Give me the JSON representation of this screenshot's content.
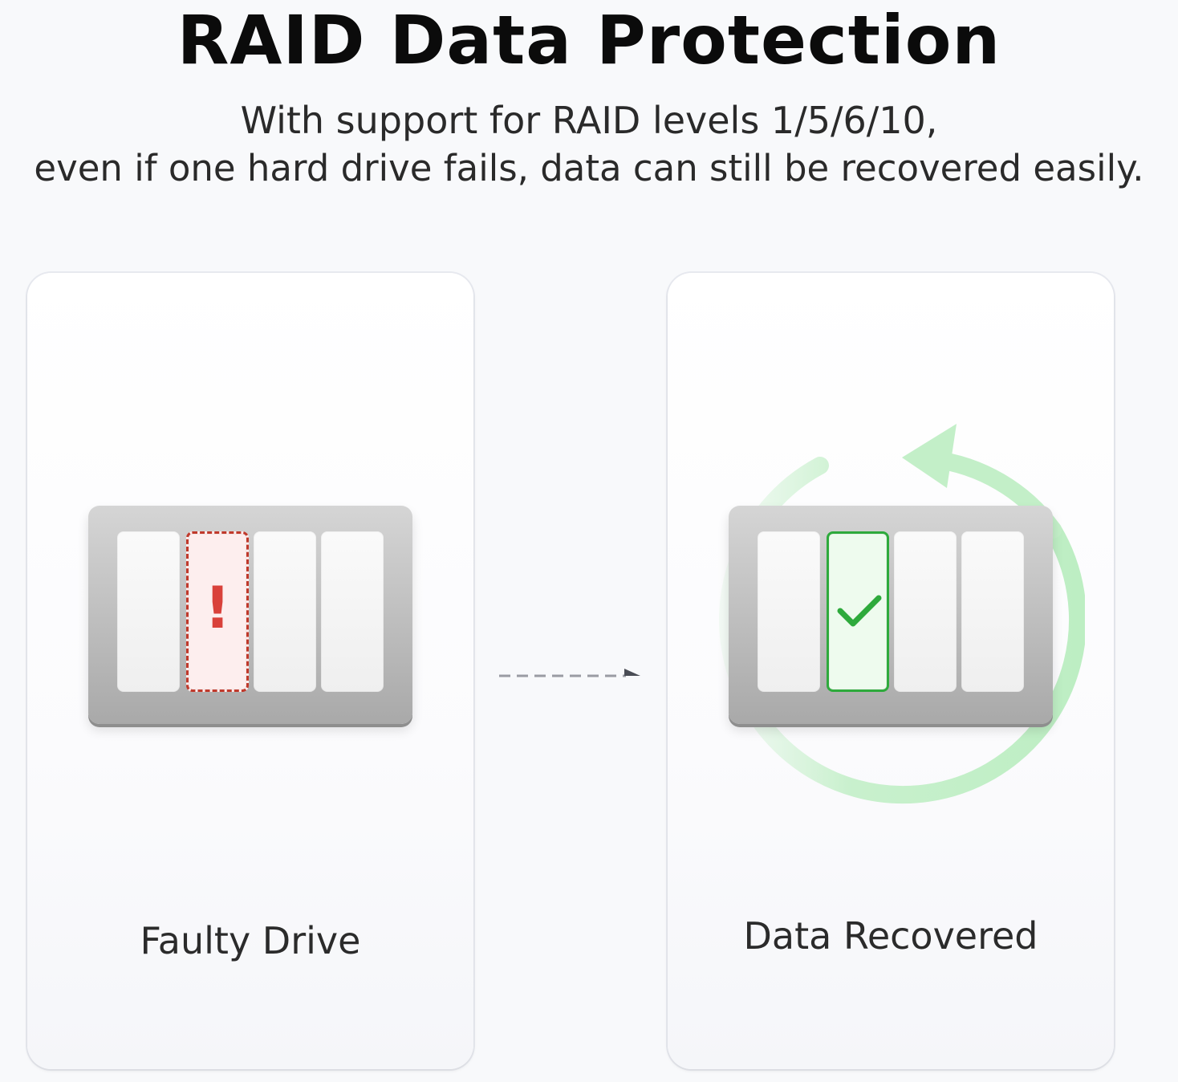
{
  "header": {
    "title": "RAID Data Protection",
    "subtitle_line1": "With support for RAID levels 1/5/6/10,",
    "subtitle_line2": "even if one hard drive fails, data can still be recovered easily."
  },
  "panels": {
    "left": {
      "label": "Faulty Drive",
      "fault_mark": "!"
    },
    "right": {
      "label": "Data Recovered"
    }
  },
  "colors": {
    "fault": "#d9413a",
    "recovered": "#2eaa3c",
    "recovery_ring": "#bfeec5"
  },
  "icons": {
    "fault": "exclamation-icon",
    "recovered": "checkmark-icon",
    "transition": "dashed-arrow-icon",
    "recovery": "circular-arrow-icon"
  }
}
